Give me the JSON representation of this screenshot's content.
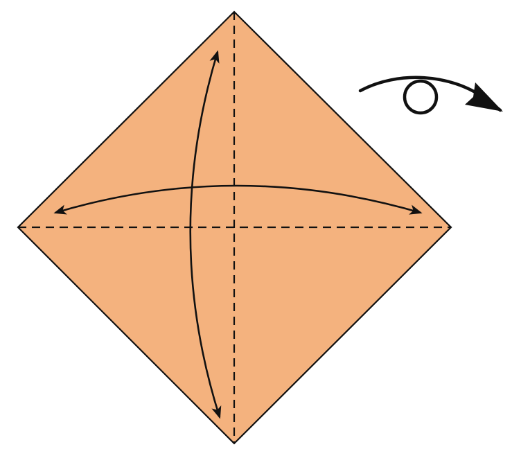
{
  "diagram": {
    "kind": "origami-fold-instruction",
    "paper": {
      "shape": "square-rotated-45",
      "fill_color": "#F4B27E",
      "edge_color": "#111111"
    },
    "creases": [
      {
        "orientation": "vertical",
        "style": "dashed",
        "fold": "valley"
      },
      {
        "orientation": "horizontal",
        "style": "dashed",
        "fold": "valley"
      }
    ],
    "fold_arrows": [
      {
        "axis": "vertical",
        "ends": "both",
        "meaning": "fold-and-unfold"
      },
      {
        "axis": "horizontal",
        "ends": "both",
        "meaning": "fold-and-unfold"
      }
    ],
    "turn_over_symbol": {
      "meaning": "turn-over",
      "icon": "loop-arrow-icon"
    },
    "line_color": "#111111"
  }
}
